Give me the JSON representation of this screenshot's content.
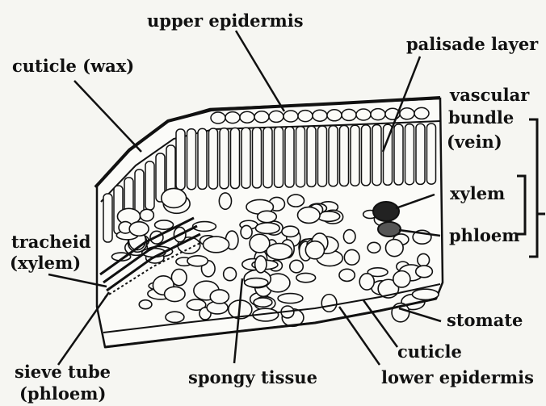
{
  "labels": {
    "upper_epidermis": "upper epidermis",
    "cuticle_wax": "cuticle (wax)",
    "palisade_layer": "palisade layer",
    "vascular_bundle": "vascular",
    "vascular_bundle_2": "bundle",
    "vascular_bundle_3": "(vein)",
    "xylem": "xylem",
    "phloem": "phloem",
    "tracheid": "tracheid",
    "tracheid_2": "(xylem)",
    "stomate": "stomate",
    "cuticle": "cuticle",
    "sieve_tube": "sieve tube",
    "sieve_tube_2": "(phloem)",
    "spongy_tissue": "spongy tissue",
    "lower_epidermis": "lower epidermis"
  },
  "colors": {
    "ink": "#111111",
    "paper": "#f6f6f2",
    "cell": "#fbfbf8"
  }
}
